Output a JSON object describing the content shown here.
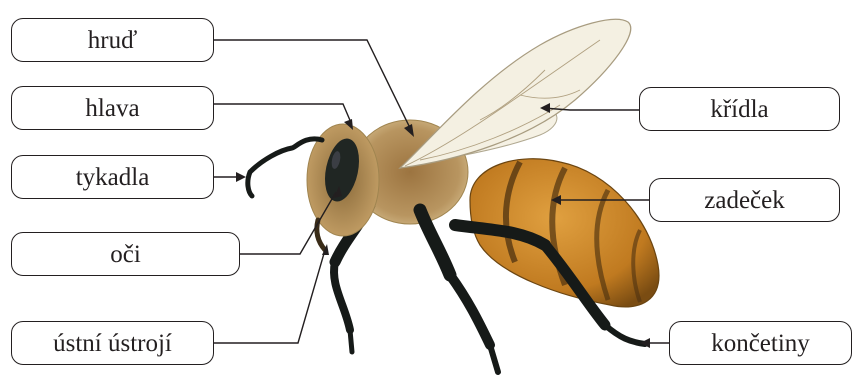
{
  "labels": {
    "hrud": "hruď",
    "hlava": "hlava",
    "tykadla": "tykadla",
    "oci": "oči",
    "ustni_ustroji": "ústní ústrojí",
    "kridla": "křídla",
    "zadecek": "zadeček",
    "koncetiny": "končetiny"
  },
  "illustration": "honeybee",
  "colors": {
    "outline": "#231f20",
    "abdomen_orange": "#c8801f",
    "abdomen_dark": "#6b4511",
    "thorax_fur": "#b8945a",
    "legs": "#1e2420",
    "wing": "#f3efe0"
  }
}
